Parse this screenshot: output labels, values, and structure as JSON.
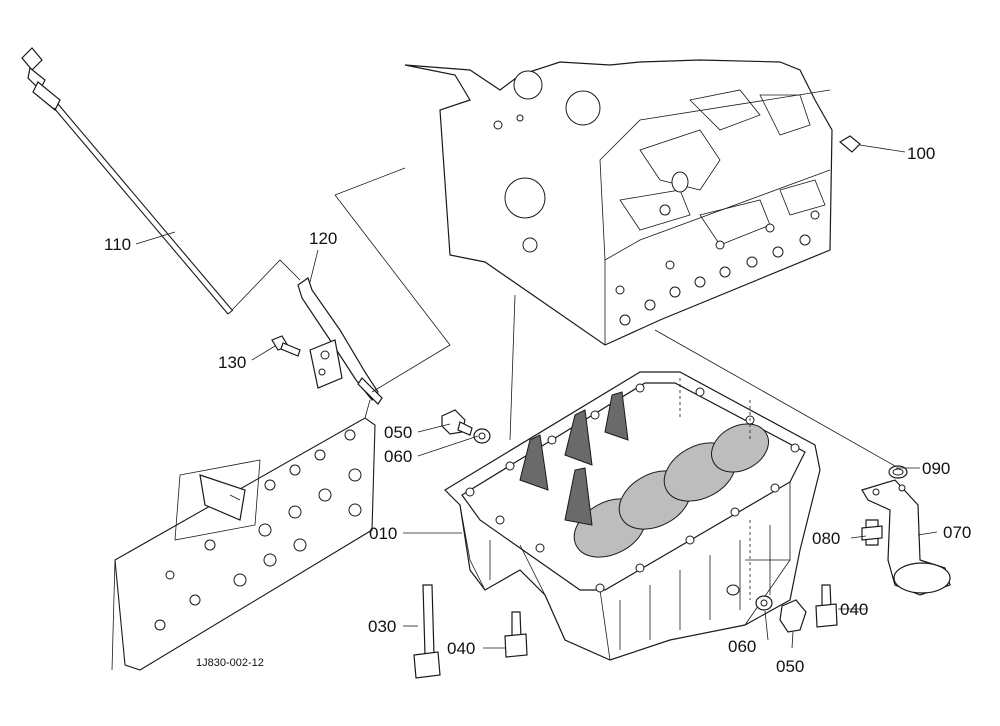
{
  "diagram_id": "1J830-002-12",
  "callouts": {
    "c010": "010",
    "c030": "030",
    "c040a": "040",
    "c040b": "040",
    "c050a": "050",
    "c050b": "050",
    "c060a": "060",
    "c060b": "060",
    "c070": "070",
    "c080": "080",
    "c090": "090",
    "c100": "100",
    "c110": "110",
    "c120": "120",
    "c130": "130"
  }
}
